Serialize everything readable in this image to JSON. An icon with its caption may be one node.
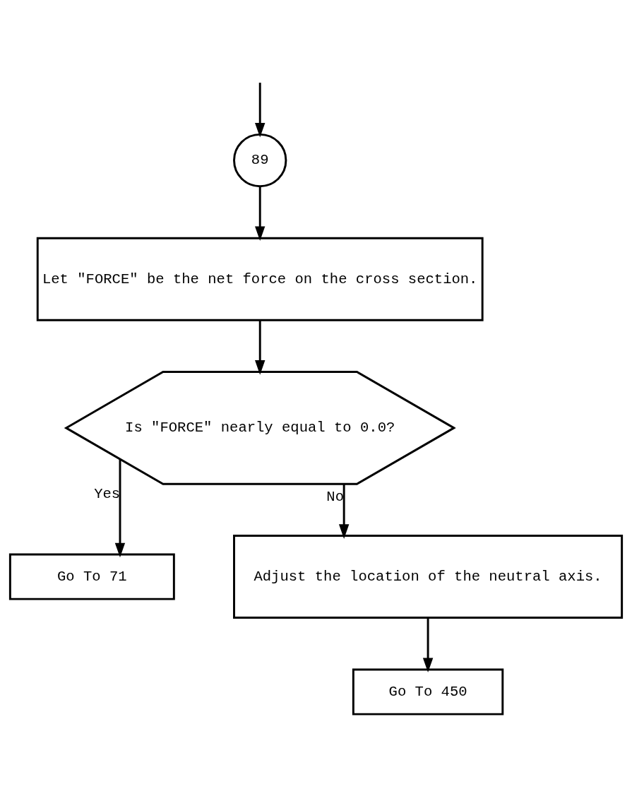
{
  "diagram": {
    "nodes": [
      {
        "text": [
          "89"
        ]
      },
      {
        "text": [
          "Let \"FORCE\" be the net force on the cross section."
        ]
      },
      {
        "text": [
          "Is \"FORCE\" nearly equal to 0.0?"
        ]
      },
      {
        "text": [
          "Go To 71"
        ]
      },
      {
        "text": [
          "Adjust the location of the neutral axis."
        ]
      },
      {
        "text": [
          "Go To 450"
        ]
      }
    ],
    "edges": [
      {
        "from": null,
        "to": 0,
        "arrow": "to"
      },
      {
        "from": 0,
        "to": 1,
        "arrow": "to"
      },
      {
        "from": 1,
        "to": 2,
        "arrow": "to"
      },
      {
        "from": 2,
        "to": 3,
        "arrow": "to",
        "label": "Yes"
      },
      {
        "from": 2,
        "to": 4,
        "arrow": "to",
        "label": "No"
      },
      {
        "from": 4,
        "to": 5,
        "arrow": "to"
      }
    ]
  }
}
